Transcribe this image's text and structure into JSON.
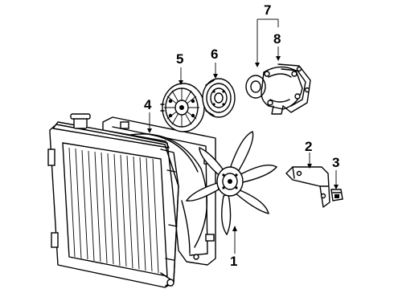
{
  "diagram": {
    "callouts": {
      "c1": "1",
      "c2": "2",
      "c3": "3",
      "c4": "4",
      "c5": "5",
      "c6": "6",
      "c7": "7",
      "c8": "8"
    },
    "colors": {
      "ink": "#000000",
      "paper": "#ffffff"
    }
  }
}
